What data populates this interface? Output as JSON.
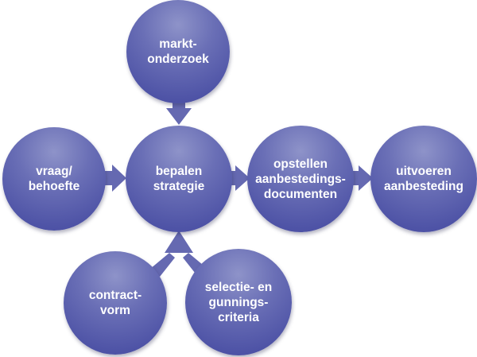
{
  "colors": {
    "node": "#565ba9",
    "arrow": "#6569b1",
    "text": "#ffffff"
  },
  "nodes": {
    "marktonderzoek": {
      "label": "markt-\nonderzoek"
    },
    "vraag_behoefte": {
      "label": "vraag/\nbehoefte"
    },
    "bepalen_strategie": {
      "label": "bepalen\nstrategie"
    },
    "opstellen_documenten": {
      "label": "opstellen\naanbestedings-\ndocumenten"
    },
    "uitvoeren_aanbesteding": {
      "label": "uitvoeren\naanbesteding"
    },
    "contractvorm": {
      "label": "contract-\nvorm"
    },
    "selectie_gunningscriteria": {
      "label": "selectie- en\ngunnings-\ncriteria"
    }
  },
  "edges": [
    {
      "from": "marktonderzoek",
      "to": "bepalen_strategie"
    },
    {
      "from": "vraag_behoefte",
      "to": "bepalen_strategie"
    },
    {
      "from": "bepalen_strategie",
      "to": "opstellen_documenten"
    },
    {
      "from": "opstellen_documenten",
      "to": "uitvoeren_aanbesteding"
    },
    {
      "from": "contractvorm",
      "to": "bepalen_strategie"
    },
    {
      "from": "selectie_gunningscriteria",
      "to": "bepalen_strategie"
    }
  ]
}
